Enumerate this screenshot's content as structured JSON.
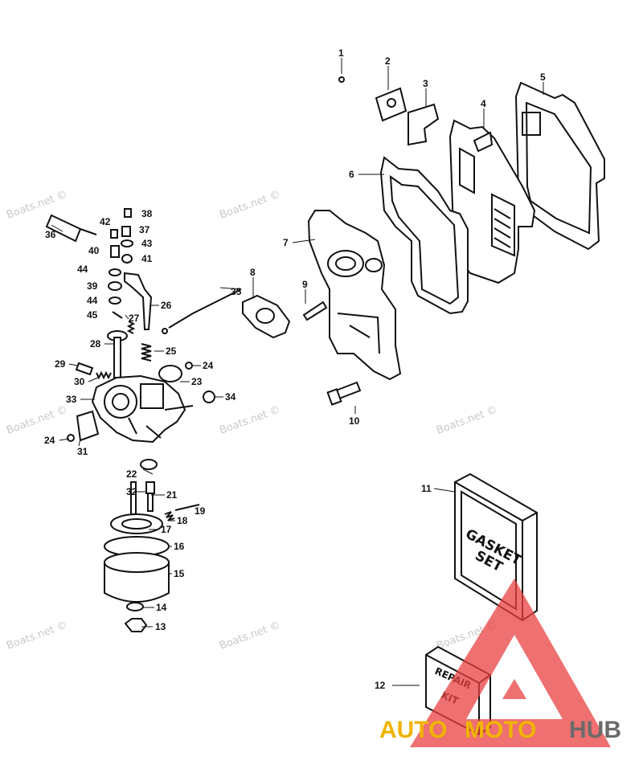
{
  "watermarks": [
    "Boats.net ©",
    "Boats.net ©",
    "Boats.net ©",
    "Boats.net ©",
    "Boats.net ©",
    "Boats.net ©",
    "Boats.net ©",
    "Boats.net ©"
  ],
  "callouts": [
    "1",
    "2",
    "3",
    "4",
    "5",
    "6",
    "7",
    "8",
    "9",
    "10",
    "11",
    "12",
    "13",
    "14",
    "15",
    "16",
    "17",
    "18",
    "19",
    "21",
    "22",
    "23",
    "24",
    "24",
    "25",
    "26",
    "27",
    "28",
    "29",
    "30",
    "31",
    "32",
    "33",
    "34",
    "35",
    "36",
    "37",
    "38",
    "39",
    "40",
    "41",
    "42",
    "43",
    "44",
    "44",
    "45"
  ],
  "gasket_box": {
    "line1": "GASKET",
    "line2": "SET"
  },
  "repair_box": {
    "line1": "REPAIR",
    "line2": "KIT"
  },
  "logo": {
    "part1": "AUTO",
    "part2": "MOTO",
    "part3": "HUB",
    "accent": "#f0b400",
    "gray": "#6b6b6b",
    "triangle": "#e84040"
  }
}
